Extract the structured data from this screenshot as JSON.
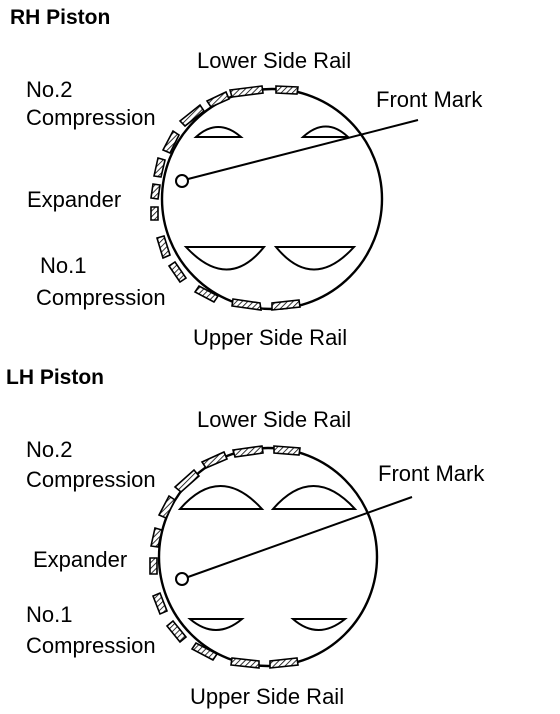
{
  "rh": {
    "title": "RH Piston",
    "lower_side_rail": "Lower Side Rail",
    "no2_line1": "No.2",
    "no2_line2": "Compression",
    "front_mark": "Front Mark",
    "expander": "Expander",
    "no1_line1": "No.1",
    "no1_line2": "Compression",
    "upper_side_rail": "Upper Side Rail"
  },
  "lh": {
    "title": "LH Piston",
    "lower_side_rail": "Lower Side Rail",
    "no2_line1": "No.2",
    "no2_line2": "Compression",
    "front_mark": "Front Mark",
    "expander": "Expander",
    "no1_line1": "No.1",
    "no1_line2": "Compression",
    "upper_side_rail": "Upper Side Rail"
  }
}
